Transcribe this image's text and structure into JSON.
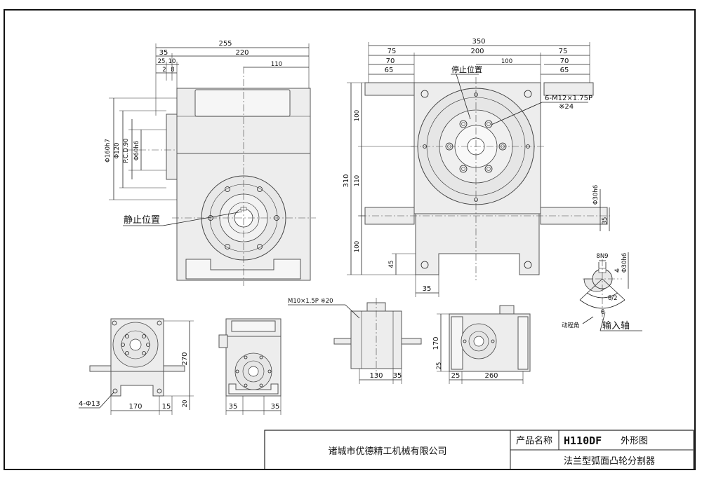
{
  "front_view": {
    "dims_top": [
      "255",
      "35",
      "220",
      "25",
      "10",
      "2",
      "8",
      "110"
    ],
    "dims_left": [
      "Φ160h7",
      "Φ120",
      "P.C.D.90",
      "Φ60h6"
    ],
    "label_static": "静止位置"
  },
  "side_view": {
    "dims_top": [
      "350",
      "75",
      "200",
      "75",
      "70",
      "70",
      "65",
      "65",
      "100"
    ],
    "dims_left": [
      "100",
      "310",
      "110",
      "100",
      "45"
    ],
    "dims_right": [
      "Φ30h6",
      "35"
    ],
    "dims_bottom": [
      "35"
    ],
    "label_stop": "停止位置",
    "label_holes": "6-M12×1.75P",
    "label_depth": "※24"
  },
  "shaft_detail": {
    "dims": [
      "8N9",
      "4",
      "Φ30h6"
    ],
    "angle_half": "θ/2",
    "angle": "θ",
    "label_motion_angle": "动程角",
    "label_input_shaft": "输入轴"
  },
  "small_views": {
    "view1_dims": [
      "270",
      "170",
      "15",
      "20"
    ],
    "view1_label": "4-Φ13",
    "view2_dims": [
      "35",
      "35"
    ],
    "view3_label": "M10×1.5P ※20",
    "view3_dims": [
      "130",
      "35"
    ],
    "view4_dims": [
      "170",
      "25",
      "25",
      "260"
    ]
  },
  "title_block": {
    "company": "诸城市优德精工机械有限公司",
    "product_name_label": "产品名称",
    "model": "H110DF",
    "drawing_type": "外形图",
    "product_desc": "法兰型弧面凸轮分割器"
  }
}
